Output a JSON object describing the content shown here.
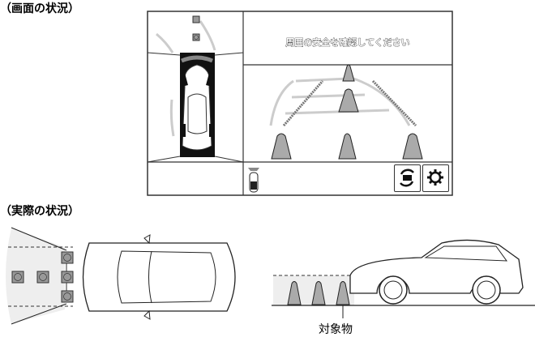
{
  "captions": {
    "screen_state": "（画面の状況）",
    "actual_state": "（実際の状況）",
    "target_object": "対象物"
  },
  "screen": {
    "message": "周囲の安全を確認してください",
    "buttons": [
      {
        "icon": "camera-switch-icon"
      },
      {
        "icon": "gear-icon"
      }
    ]
  }
}
